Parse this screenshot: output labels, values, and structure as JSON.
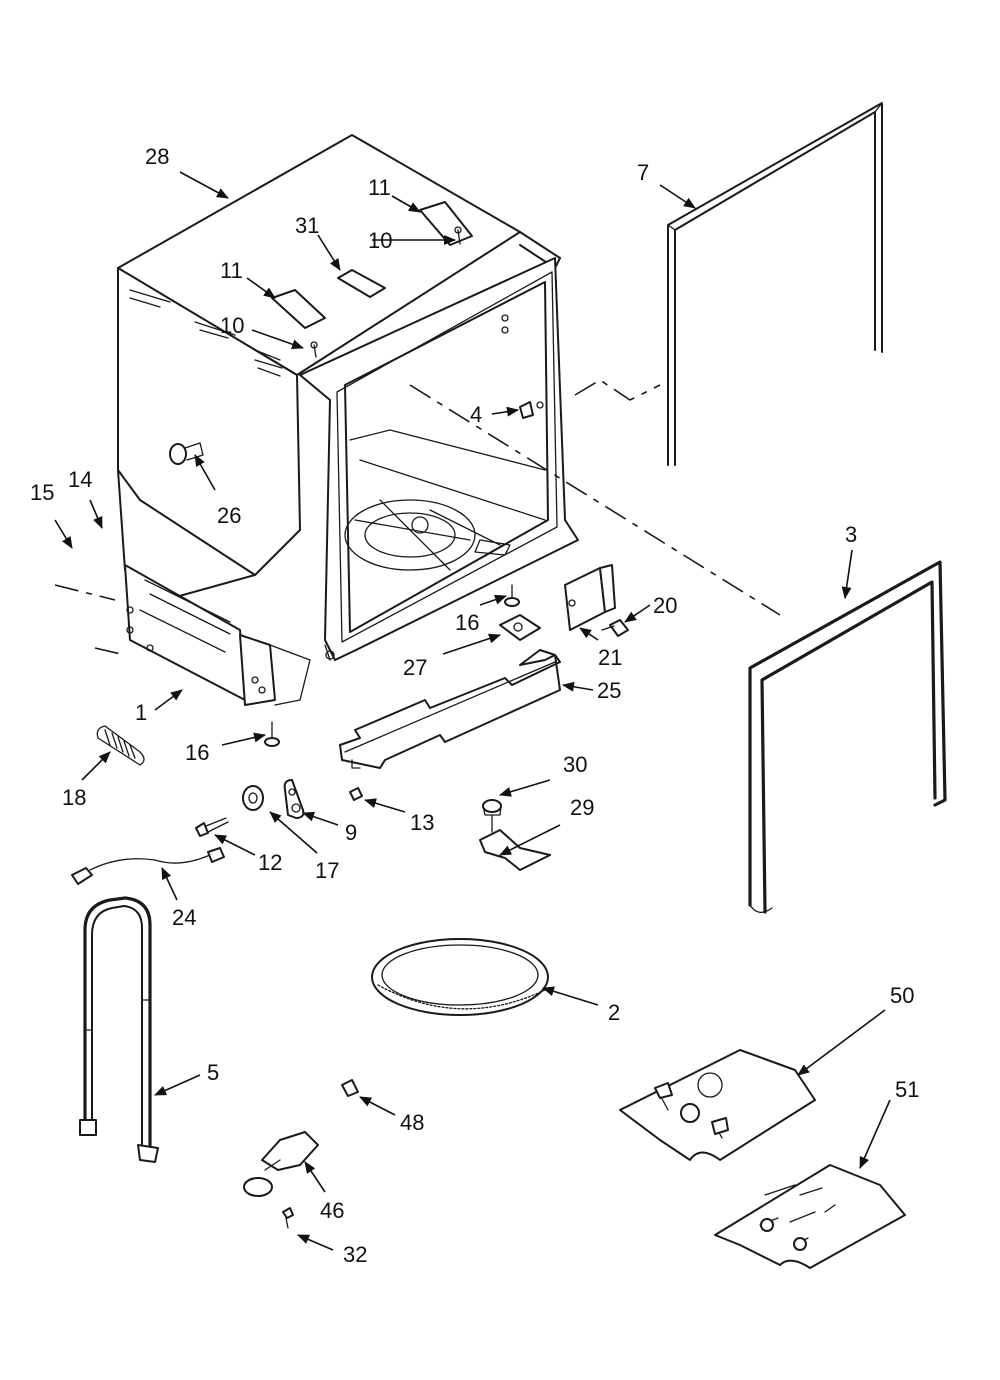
{
  "diagram": {
    "parts": [
      {
        "id": "p28",
        "number": "28"
      },
      {
        "id": "p11a",
        "number": "11"
      },
      {
        "id": "p10a",
        "number": "10"
      },
      {
        "id": "p31",
        "number": "31"
      },
      {
        "id": "p11b",
        "number": "11"
      },
      {
        "id": "p10b",
        "number": "10"
      },
      {
        "id": "p7",
        "number": "7"
      },
      {
        "id": "p4",
        "number": "4"
      },
      {
        "id": "p26",
        "number": "26"
      },
      {
        "id": "p15",
        "number": "15"
      },
      {
        "id": "p14",
        "number": "14"
      },
      {
        "id": "p3",
        "number": "3"
      },
      {
        "id": "p20",
        "number": "20"
      },
      {
        "id": "p16a",
        "number": "16"
      },
      {
        "id": "p21",
        "number": "21"
      },
      {
        "id": "p27",
        "number": "27"
      },
      {
        "id": "p25",
        "number": "25"
      },
      {
        "id": "p1",
        "number": "1"
      },
      {
        "id": "p16b",
        "number": "16"
      },
      {
        "id": "p18",
        "number": "18"
      },
      {
        "id": "p30",
        "number": "30"
      },
      {
        "id": "p29",
        "number": "29"
      },
      {
        "id": "p13",
        "number": "13"
      },
      {
        "id": "p9",
        "number": "9"
      },
      {
        "id": "p12",
        "number": "12"
      },
      {
        "id": "p17",
        "number": "17"
      },
      {
        "id": "p24",
        "number": "24"
      },
      {
        "id": "p2",
        "number": "2"
      },
      {
        "id": "p50",
        "number": "50"
      },
      {
        "id": "p51",
        "number": "51"
      },
      {
        "id": "p5",
        "number": "5"
      },
      {
        "id": "p48",
        "number": "48"
      },
      {
        "id": "p46",
        "number": "46"
      },
      {
        "id": "p32",
        "number": "32"
      }
    ]
  }
}
